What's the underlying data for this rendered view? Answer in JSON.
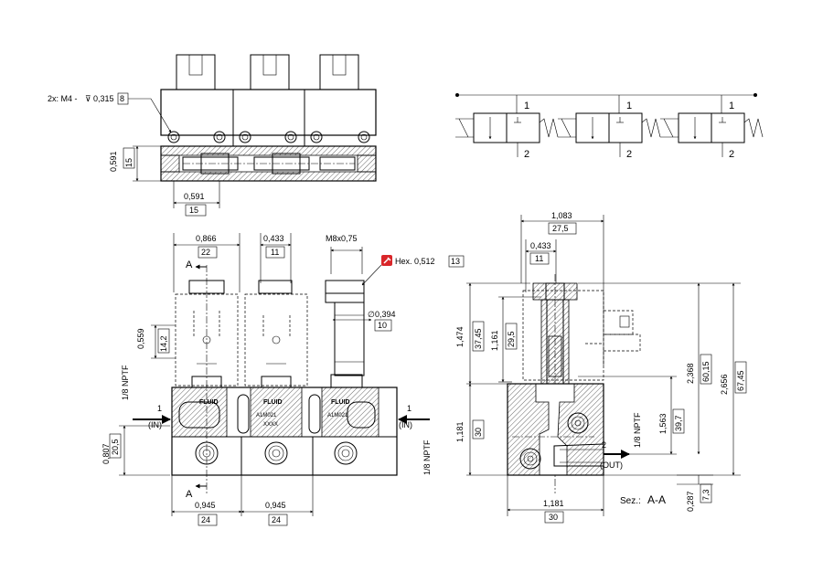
{
  "dimensions": {
    "top_note": "2x: M4 - ",
    "top_depth": "0,315",
    "top_depth_mm": "8",
    "top_h": "0,591",
    "top_h_mm": "15",
    "top_w": "0,591",
    "top_w_mm": "15",
    "front_w1": "0,866",
    "front_w1_mm": "22",
    "front_w2": "0,433",
    "front_w2_mm": "11",
    "thread": "M8x0,75",
    "hex": "Hex. 0,512",
    "hex_mm": "13",
    "dia": "0,394",
    "dia_mm": "10",
    "coil_h": "0,559",
    "coil_h_mm": "14,2",
    "port_h": "0,807",
    "port_h_mm": "20,5",
    "pitch1": "0,945",
    "pitch1_mm": "24",
    "pitch2": "0,945",
    "pitch2_mm": "24",
    "npt_left": "1/8 NPTF",
    "npt_right": "1/8 NPTF",
    "in_label": "(IN)",
    "in_no": "1",
    "section_mark": "A",
    "sec_w": "1,083",
    "sec_w_mm": "27,5",
    "sec_w2": "0,433",
    "sec_w2_mm": "11",
    "sec_h1": "1,474",
    "sec_h1_mm": "37,45",
    "sec_h2": "1,161",
    "sec_h2_mm": "29,5",
    "sec_h3": "1,563",
    "sec_h3_mm": "39,7",
    "sec_h4": "2,368",
    "sec_h4_mm": "60,15",
    "sec_h5": "2,656",
    "sec_h5_mm": "67,45",
    "sec_base": "1,181",
    "sec_base_mm": "30",
    "sec_bw": "1,181",
    "sec_bw_mm": "30",
    "sec_off": "0,287",
    "sec_off_mm": "7,3",
    "out_label": "(OUT)",
    "out_no": "2",
    "npt_sec": "1/8 NPTF",
    "section_title": "Sez.:",
    "section_name": "A-A"
  },
  "schematic": {
    "port_top": "1",
    "port_bottom": "2",
    "count": 3
  },
  "markings": {
    "brand": "FLUID",
    "code": "A1M021",
    "code2": "XXXX"
  },
  "colors": {
    "hex_icon": "#d9262a",
    "line": "#000000"
  },
  "icons": {
    "hex_icon": "wrench-icon",
    "depth_symbol": "depth-icon",
    "dia_symbol": "diameter-icon"
  }
}
